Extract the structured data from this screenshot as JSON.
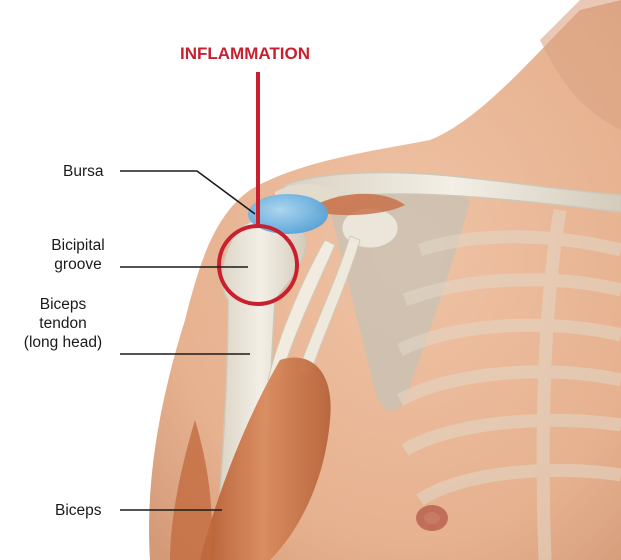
{
  "highlight": {
    "label": "INFLAMMATION",
    "color": "#c8202e"
  },
  "labels": {
    "bursa": "Bursa",
    "bicipital_line1": "Bicipital",
    "bicipital_line2": "groove",
    "tendon_line1": "Biceps",
    "tendon_line2": "tendon",
    "tendon_line3": "(long head)",
    "biceps": "Biceps"
  },
  "colors": {
    "skin": "#e8b493",
    "bone": "#e9e3d6",
    "bursa": "#6fb5e3",
    "muscle": "#c66a3e",
    "leader_line": "#1a1a1a"
  }
}
